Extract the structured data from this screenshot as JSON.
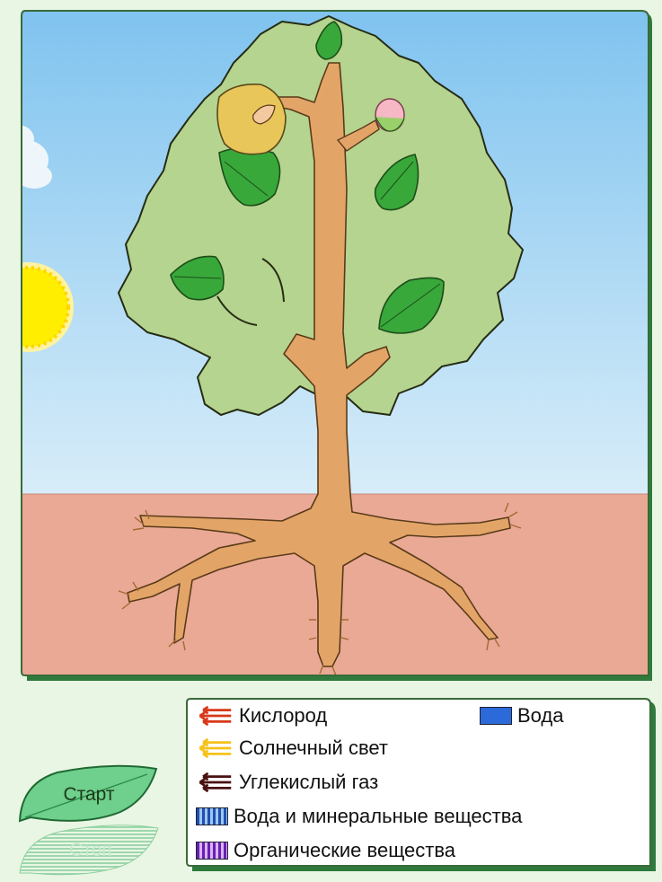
{
  "colors": {
    "background": "#e9f6e4",
    "sky_top": "#7fc3ef",
    "sky_bottom": "#d6ecfa",
    "soil": "#e9a994",
    "crown": "#b5d48f",
    "leaf": "#38a83a",
    "trunk": "#e3a567",
    "sun": "#ffee00"
  },
  "legend": {
    "oxygen": "Кислород",
    "water": "Вода",
    "sunlight": "Солнечный свет",
    "co2": "Углекислый газ",
    "water_minerals": "Вода и минеральные вещества",
    "organic": "Органические вещества"
  },
  "buttons": {
    "start": "Старт",
    "stop": "Стоп"
  }
}
